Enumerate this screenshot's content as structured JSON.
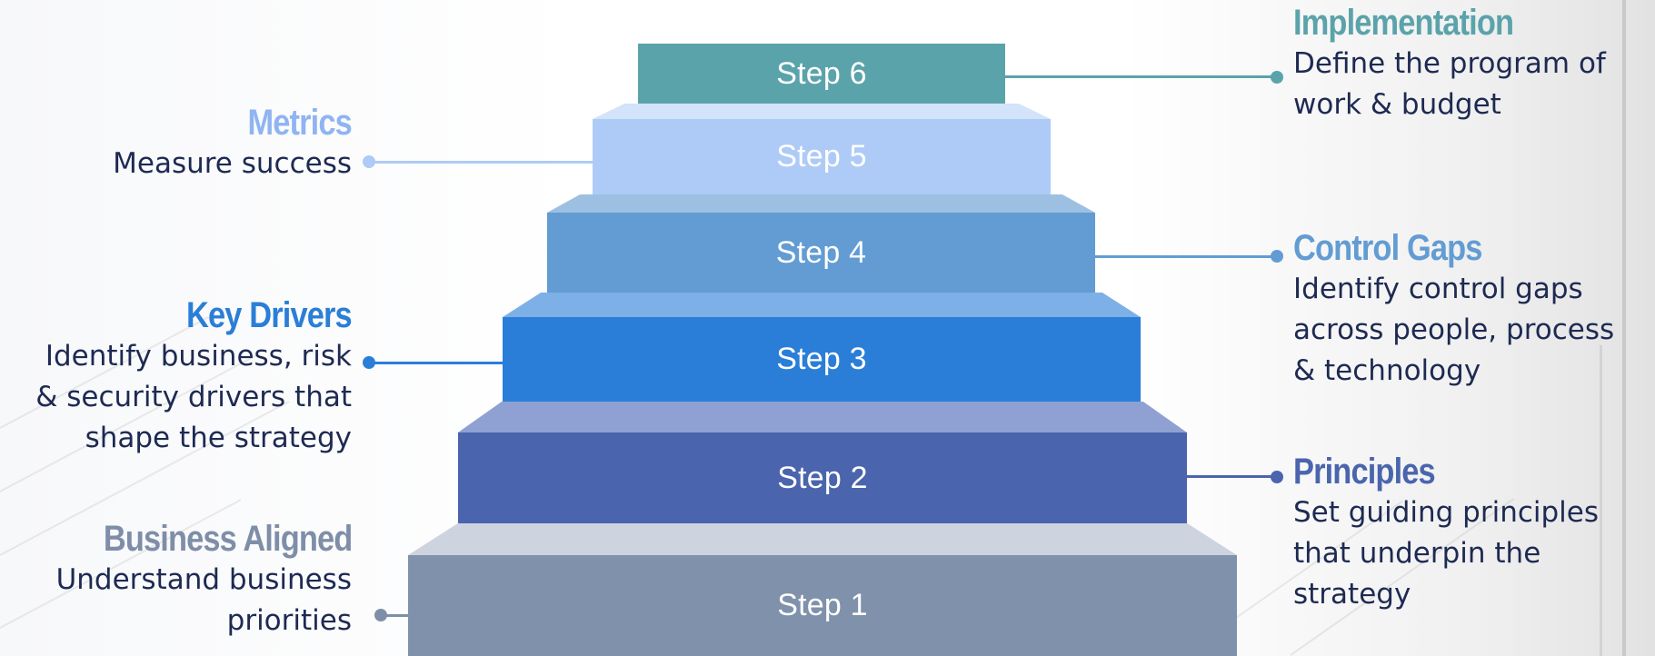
{
  "steps": [
    {
      "label": "Step 1",
      "riser_color": "#8091ab",
      "tread_color": "#cdd3df"
    },
    {
      "label": "Step 2",
      "riser_color": "#4a65ad",
      "tread_color": "#8fa1d2"
    },
    {
      "label": "Step 3",
      "riser_color": "#2a7ed7",
      "tread_color": "#7db0e7"
    },
    {
      "label": "Step 4",
      "riser_color": "#629cd3",
      "tread_color": "#9dc0e2"
    },
    {
      "label": "Step 5",
      "riser_color": "#aecbf7",
      "tread_color": "#d2e3fa"
    },
    {
      "label": "Step 6",
      "riser_color": "#5ba3aa",
      "tread_color": "#5ba3aa"
    }
  ],
  "callouts": {
    "implementation": {
      "title": "Implementation",
      "desc": [
        "Define the program of",
        "work & budget"
      ],
      "color": "#5ba3aa"
    },
    "metrics": {
      "title": "Metrics",
      "desc": [
        "Measure success"
      ],
      "color": "#8fb4f1"
    },
    "control_gaps": {
      "title": "Control Gaps",
      "desc": [
        "Identify control gaps",
        "across people, process",
        "& technology"
      ],
      "color": "#629cd3"
    },
    "key_drivers": {
      "title": "Key Drivers",
      "desc": [
        "Identify business, risk",
        "& security drivers that",
        "shape the strategy"
      ],
      "color": "#2a7ed7"
    },
    "principles": {
      "title": "Principles",
      "desc": [
        "Set guiding principles",
        "that underpin the",
        "strategy"
      ],
      "color": "#4a65ad"
    },
    "business_aligned": {
      "title": "Business Aligned",
      "desc": [
        "Understand business",
        "priorities"
      ],
      "color": "#7f8ea8"
    }
  }
}
